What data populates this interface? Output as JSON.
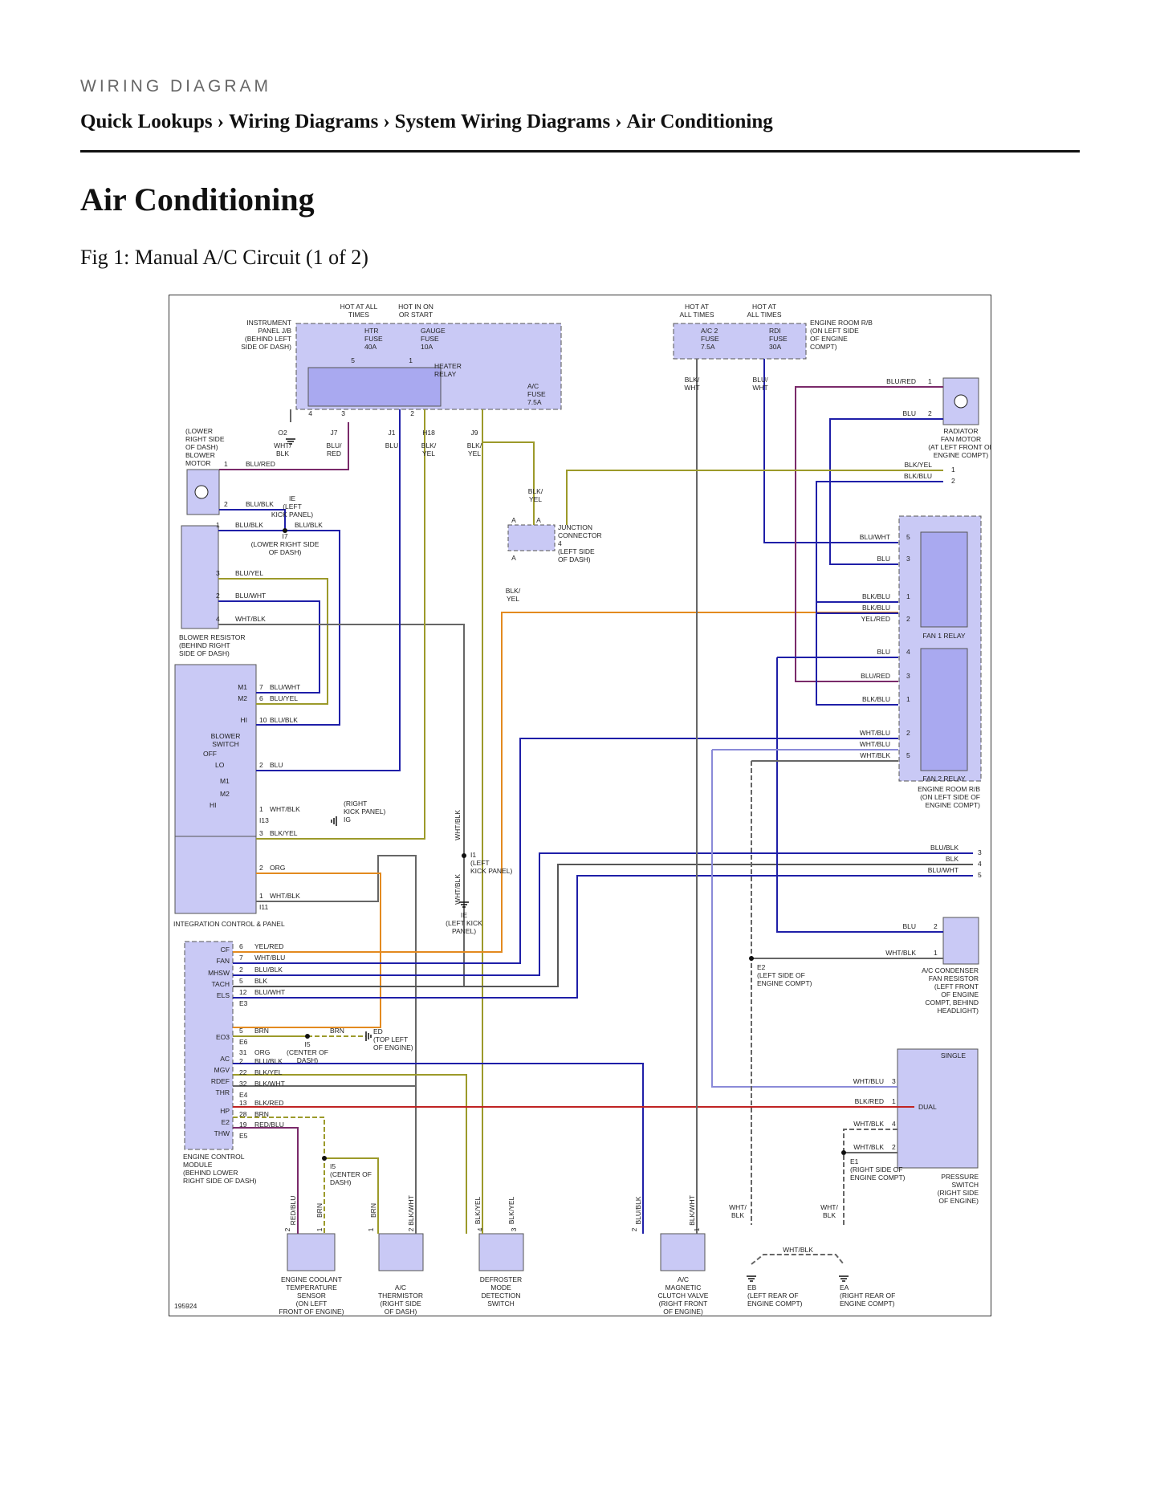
{
  "header": {
    "kicker": "WIRING DIAGRAM",
    "breadcrumbs": [
      "Quick Lookups",
      "Wiring Diagrams",
      "System Wiring Diagrams",
      "Air Conditioning"
    ],
    "separator": "›"
  },
  "page_title": "Air Conditioning",
  "figure_caption": "Fig 1: Manual A/C Circuit (1 of 2)",
  "diagram": {
    "figure_id": "195924",
    "colors": {
      "component_fill": "#c9c9f5",
      "component_dark": "#9d9df0",
      "wire_blue": "#1f1fa8",
      "wire_purple": "#7a2a6a",
      "wire_orange": "#e38a1f",
      "wire_olive": "#9c9a2a",
      "wire_gray": "#666666",
      "wire_red": "#c02323",
      "wire_lightblue": "#8a8ad8"
    },
    "labels": {
      "hot_all_times_1": [
        "HOT AT ALL",
        "TIMES"
      ],
      "hot_run_start": [
        "HOT IN ON",
        "OR START"
      ],
      "hot_all_times_2": [
        "HOT AT",
        "ALL TIMES"
      ],
      "hot_all_times_3": [
        "HOT AT",
        "ALL TIMES"
      ],
      "instrument_panel_jb": [
        "INSTRUMENT",
        "PANEL J/B",
        "(BEHIND LEFT",
        "SIDE OF DASH)"
      ],
      "htr_fuse": [
        "HTR",
        "FUSE",
        "40A"
      ],
      "gauge_fuse": [
        "GAUGE",
        "FUSE",
        "10A"
      ],
      "heater_relay": [
        "HEATER",
        "RELAY"
      ],
      "ac_fuse_7_5": [
        "A/C",
        "FUSE",
        "7.5A"
      ],
      "ac2_fuse": [
        "A/C 2",
        "FUSE",
        "7.5A"
      ],
      "rdi_fuse": [
        "RDI",
        "FUSE",
        "30A"
      ],
      "engine_room_rb_top": [
        "ENGINE ROOM R/B",
        "(ON LEFT SIDE",
        "OF ENGINE",
        "COMPT)"
      ],
      "blower_motor": [
        "(LOWER",
        "RIGHT SIDE",
        "OF DASH)",
        "BLOWER",
        "MOTOR"
      ],
      "ground_ie_1": [
        "IE",
        "(LEFT",
        "KICK PANEL)"
      ],
      "splice_i7": [
        "I7",
        "(LOWER RIGHT SIDE",
        "OF DASH)"
      ],
      "blower_resistor": [
        "BLOWER RESISTOR",
        "(BEHIND RIGHT",
        "SIDE OF DASH)"
      ],
      "junction_connector": [
        "JUNCTION",
        "CONNECTOR",
        "4",
        "(LEFT SIDE",
        "OF DASH)"
      ],
      "blower_switch": [
        "BLOWER",
        "SWITCH"
      ],
      "switch_positions": [
        "OFF",
        "LO",
        "M1",
        "M2",
        "HI"
      ],
      "switch_pins": [
        "M1",
        "M2",
        "HI"
      ],
      "ground_ig": [
        "(RIGHT",
        "KICK PANEL)",
        "IG"
      ],
      "splice_i1": [
        "I1",
        "(LEFT",
        "KICK PANEL)"
      ],
      "ground_ie_2": [
        "IE",
        "(LEFT KICK",
        "PANEL)"
      ],
      "integration_control": "INTEGRATION CONTROL & PANEL",
      "radiator_fan_motor": [
        "RADIATOR",
        "FAN MOTOR",
        "(AT LEFT FRONT OF",
        "ENGINE COMPT)"
      ],
      "fan1_relay": "FAN 1 RELAY",
      "fan2_relay": "FAN 2 RELAY",
      "engine_room_rb_mid": [
        "ENGINE ROOM R/B",
        "(ON LEFT SIDE OF",
        "ENGINE COMPT)"
      ],
      "ac_condenser_resistor": [
        "A/C CONDENSER",
        "FAN RESISTOR",
        "(LEFT FRONT",
        "OF ENGINE",
        "COMPT, BEHIND",
        "HEADLIGHT)"
      ],
      "splice_e2": [
        "E2",
        "(LEFT SIDE OF",
        "ENGINE COMPT)"
      ],
      "ecm_pins": [
        "CF",
        "FAN",
        "MHSW",
        "TACH",
        "ELS",
        "EO3",
        "AC",
        "MGV",
        "RDEF",
        "THR",
        "HP",
        "E2",
        "THW"
      ],
      "ecm": [
        "ENGINE CONTROL",
        "MODULE",
        "(BEHIND LOWER",
        "RIGHT SIDE OF DASH)"
      ],
      "splice_i5_a": [
        "I5",
        "(CENTER OF",
        "DASH)"
      ],
      "ground_ed": [
        "ED",
        "(TOP LEFT",
        "OF ENGINE)"
      ],
      "splice_i5_b": [
        "I5",
        "(CENTER OF",
        "DASH)"
      ],
      "pressure_switch": [
        "PRESSURE",
        "SWITCH",
        "(RIGHT SIDE",
        "OF ENGINE)"
      ],
      "pressure_switch_modes": [
        "SINGLE",
        "DUAL"
      ],
      "splice_e1": [
        "E1",
        "(RIGHT SIDE OF",
        "ENGINE COMPT)"
      ],
      "coolant_sensor": [
        "ENGINE COOLANT",
        "TEMPERATURE",
        "SENSOR",
        "(ON LEFT",
        "FRONT OF ENGINE)"
      ],
      "ac_thermistor": [
        "A/C",
        "THERMISTOR",
        "(RIGHT SIDE",
        "OF DASH)"
      ],
      "defroster_switch": [
        "DEFROSTER",
        "MODE",
        "DETECTION",
        "SWITCH"
      ],
      "ac_clutch": [
        "A/C",
        "MAGNETIC",
        "CLUTCH VALVE",
        "(RIGHT FRONT",
        "OF ENGINE)"
      ],
      "ground_eb": [
        "EB",
        "(LEFT REAR OF",
        "ENGINE COMPT)"
      ],
      "ground_ea": [
        "EA",
        "(RIGHT REAR OF",
        "ENGINE COMPT)"
      ],
      "conn_e3": "E3",
      "conn_e6": "E6",
      "conn_e4": "E4",
      "conn_e5": "E5",
      "conn_i13": "I13",
      "conn_i11": "I11",
      "connector_codes": [
        "O2",
        "J7",
        "J1",
        "H18",
        "J9"
      ],
      "wire_top_labels": [
        [
          "WHT/",
          "BLK"
        ],
        [
          "BLU/",
          "RED"
        ],
        [
          "BLU"
        ],
        [
          "BLK/",
          "YEL"
        ],
        [
          "BLK/",
          "YEL"
        ]
      ],
      "blk_yel_junction": [
        "BLK/",
        "YEL"
      ],
      "blk_yel_junction_2": [
        "BLK/",
        "YEL"
      ],
      "wht_blk_vert": "WHT/BLK",
      "wht_blk_vert_2": "WHT/BLK",
      "blk_wht_top": [
        "BLK/",
        "WHT"
      ],
      "blu_wht_top": [
        "BLU/",
        "WHT"
      ],
      "junction_letters": [
        "A",
        "A",
        "A"
      ],
      "wht_blk_bottom": "WHT/BLK",
      "wht_blk_e_left": [
        "WHT/",
        "BLK"
      ],
      "wht_blk_e_right": [
        "WHT/",
        "BLK"
      ]
    },
    "wires": {
      "blower_motor_1": "BLU/RED",
      "blower_motor_2": "BLU/BLK",
      "i7_left": "BLU/BLK",
      "i7_right": "BLU/BLK",
      "resistor_3": "BLU/YEL",
      "resistor_2": "BLU/WHT",
      "resistor_4": "WHT/BLK",
      "switch_7": "BLU/WHT",
      "switch_6": "BLU/YEL",
      "switch_10": "BLU/BLK",
      "switch_2": "BLU",
      "switch_1": "WHT/BLK",
      "switch_3": "BLK/YEL",
      "icp_2": "ORG",
      "icp_1": "WHT/BLK",
      "fan_motor_1": "BLU/RED",
      "fan_motor_2": "BLU",
      "fan_ext_1": "BLK/YEL",
      "fan_ext_2": "BLK/BLU",
      "relay1": [
        "BLU/WHT",
        "BLU",
        "BLK/BLU",
        "BLK/BLU",
        "YEL/RED"
      ],
      "relay2": [
        "BLU",
        "BLU/RED",
        "BLK/BLU",
        "WHT/BLU",
        "WHT/BLU",
        "WHT/BLK"
      ],
      "mid_right": [
        "BLU/BLK",
        "BLK",
        "BLU/WHT"
      ],
      "condenser": [
        "BLU",
        "WHT/BLK"
      ],
      "ecm_top": [
        "YEL/RED",
        "WHT/BLU",
        "BLU/BLK",
        "BLK",
        "BLU/WHT"
      ],
      "eo3_left": "BRN",
      "eo3_right": "BRN",
      "ecm_bottom": [
        "ORG",
        "BLU/BLK",
        "BLK/YEL",
        "BLK/WHT",
        "BLK/RED",
        "BRN",
        "RED/BLU"
      ],
      "pressure": [
        "WHT/BLU",
        "BLK/RED",
        "WHT/BLK",
        "WHT/BLK"
      ],
      "vertical_bottom": [
        "RED/BLU",
        "BRN",
        "BRN",
        "BLK/WHT",
        "BLK/YEL",
        "BLK/YEL",
        "BLU/BLK",
        "BLK/WHT"
      ]
    },
    "pins": {
      "fuse_top": [
        "5",
        "1"
      ],
      "jb_bottom": [
        "4",
        "3",
        "2"
      ],
      "blower_motor": [
        "1",
        "2"
      ],
      "resistor": [
        "1",
        "3",
        "2",
        "4"
      ],
      "switch": [
        "7",
        "6",
        "10",
        "2",
        "1",
        "3"
      ],
      "icp": [
        "2",
        "1"
      ],
      "fan_motor": [
        "1",
        "2"
      ],
      "fan_ext": [
        "1",
        "2"
      ],
      "relay1": [
        "5",
        "3",
        "1",
        "2"
      ],
      "relay2": [
        "4",
        "3",
        "1",
        "2",
        "5"
      ],
      "mid_right": [
        "3",
        "4",
        "5"
      ],
      "condenser": [
        "2",
        "1"
      ],
      "ecm_top": [
        "6",
        "7",
        "2",
        "5",
        "12"
      ],
      "eo3": "5",
      "ecm_bottom": [
        "31",
        "2",
        "22",
        "32",
        "13",
        "28",
        "19"
      ],
      "pressure": [
        "3",
        "1",
        "4",
        "2"
      ],
      "bottom_components": [
        "2",
        "1",
        "1",
        "2",
        "4",
        "3",
        "2",
        "1"
      ]
    }
  }
}
